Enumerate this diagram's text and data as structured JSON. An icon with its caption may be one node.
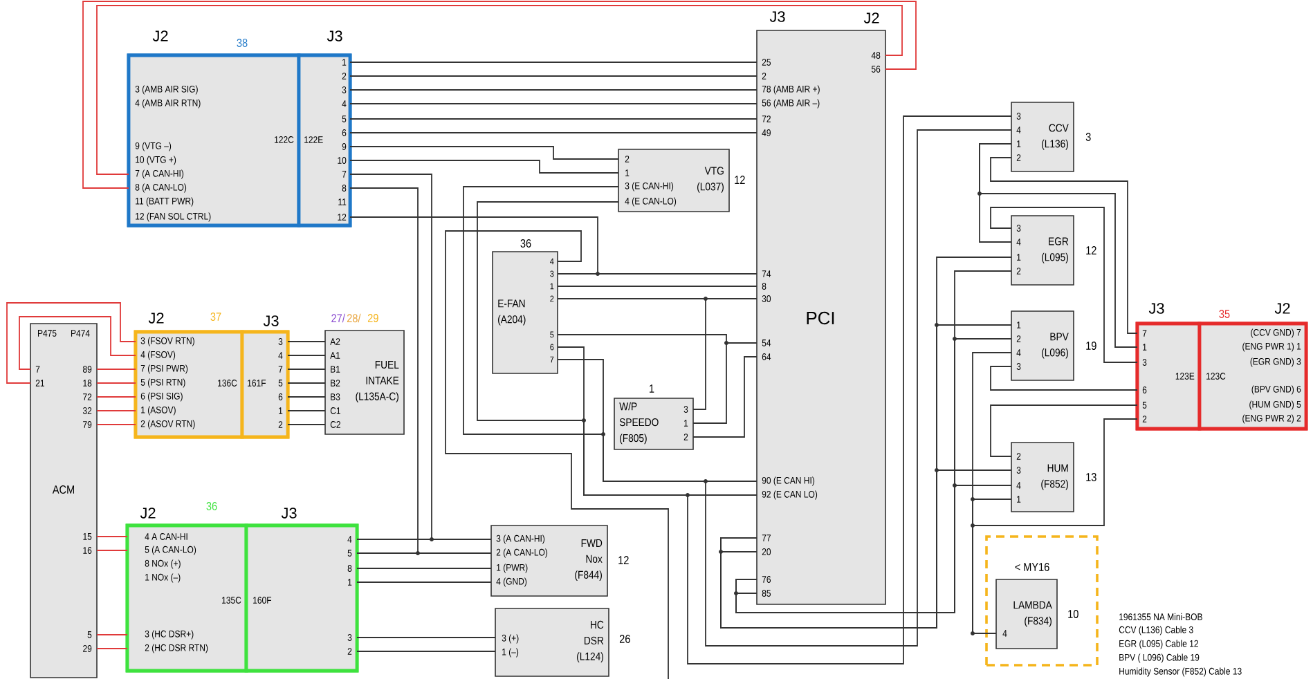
{
  "diagram": {
    "nodes": [
      {
        "text": [
          "38"
        ]
      },
      {
        "text": [
          "J2",
          "3 (AMB AIR SIG)",
          "4 (AMB AIR RTN)",
          "9 (VTG –)",
          "10 (VTG +)",
          "7 (A CAN-HI)",
          "8 (A CAN-LO)",
          "11 (BATT PWR)",
          "12 (FAN SOL CTRL)",
          "122C"
        ],
        "in": 0
      },
      {
        "text": [
          "J3",
          "1",
          "2",
          "3",
          "4",
          "5",
          "6",
          "9",
          "10",
          "7",
          "8",
          "11",
          "12",
          "122E"
        ],
        "in": 0
      },
      {
        "text": [
          "2",
          "1",
          "3 (E CAN-HI)",
          "4 (E CAN-LO)",
          "VTG (L037)"
        ],
        "beside": [
          "12"
        ]
      },
      {
        "text": [
          "J3",
          "J2",
          "48",
          "56",
          "25",
          "2",
          "78 (AMB AIR +)",
          "56 (AMB AIR –)",
          "72",
          "49",
          "74",
          "8",
          "30",
          "54",
          "64",
          "90 (E CAN HI)",
          "92 (E CAN LO)",
          "77",
          "20",
          "76",
          "85",
          "PCI"
        ]
      },
      {
        "text": [
          "36",
          "E-FAN (A204)",
          "4",
          "3",
          "1",
          "2",
          "5",
          "6",
          "7"
        ]
      },
      {
        "text": [
          "1",
          "W/P SPEEDO (F805)",
          "3",
          "1",
          "2"
        ]
      },
      {
        "text": [
          "37"
        ]
      },
      {
        "text": [
          "J2",
          "3 (FSOV RTN)",
          "4 (FSOV)",
          "7 (PSI PWR)",
          "5 (PSI RTN)",
          "6 (PSI SIG)",
          "1 (ASOV)",
          "2 (ASOV RTN)",
          "136C"
        ],
        "in": 7
      },
      {
        "text": [
          "J3",
          "3",
          "4",
          "7",
          "5",
          "6",
          "1",
          "2",
          "161F"
        ],
        "in": 7
      },
      {
        "text": [
          "27/",
          "28/",
          "29",
          "A2",
          "A1",
          "B1",
          "B2",
          "B3",
          "C1",
          "C2",
          "FUEL INTAKE (L135A-C)"
        ]
      },
      {
        "text": [
          "P475",
          "P474",
          "7",
          "21",
          "89",
          "18",
          "72",
          "32",
          "79",
          "ACM",
          "15",
          "16",
          "5",
          "29"
        ]
      },
      {
        "text": [
          "36"
        ]
      },
      {
        "text": [
          "J2",
          "4 A CAN-HI",
          "5 (A CAN-LO)",
          "8 NOx (+)",
          "1 NOx (–)",
          "135C",
          "3 (HC DSR+)",
          "2 (HC DSR RTN)"
        ],
        "in": 12
      },
      {
        "text": [
          "J3",
          "4",
          "5",
          "8",
          "1",
          "160F",
          "3",
          "2"
        ],
        "in": 12
      },
      {
        "text": [
          "3 (A CAN-HI)",
          "2 (A CAN-LO)",
          "1 (PWR)",
          "4 (GND)",
          "FWD Nox (F844)"
        ],
        "beside": [
          "12"
        ]
      },
      {
        "text": [
          "3 (+)",
          "1 (–)",
          "HC DSR (L124)"
        ],
        "beside": [
          "26"
        ]
      },
      {
        "text": [
          "3",
          "4",
          "1",
          "2",
          "CCV (L136)"
        ],
        "beside": [
          "3"
        ]
      },
      {
        "text": [
          "3",
          "4",
          "1",
          "2",
          "EGR (L095)"
        ],
        "beside": [
          "12"
        ]
      },
      {
        "text": [
          "1",
          "2",
          "4",
          "3",
          "BPV (L096)"
        ],
        "beside": [
          "19"
        ]
      },
      {
        "text": [
          "2",
          "3",
          "4",
          "1",
          "HUM (F852)"
        ],
        "beside": [
          "13"
        ]
      },
      {
        "text": [
          "< MY16"
        ]
      },
      {
        "text": [
          "LAMBDA (F834)",
          "4"
        ],
        "in": 21,
        "beside": [
          "10"
        ]
      },
      {
        "text": [
          "35"
        ]
      },
      {
        "text": [
          "J3",
          "7",
          "1",
          "3",
          "6",
          "5",
          "2",
          "123E"
        ],
        "in": 23
      },
      {
        "text": [
          "J2",
          "(CCV GND) 7",
          "(ENG PWR 1) 1",
          "(EGR GND) 3",
          "(BPV GND) 6",
          "(HUM GND) 5",
          "(ENG PWR 2) 2",
          "123C"
        ],
        "in": 23
      }
    ],
    "edges": [
      {
        "from": 2,
        "to": 4,
        "arrow": "none"
      },
      {
        "from": 2,
        "to": 4,
        "arrow": "none"
      },
      {
        "from": 2,
        "to": 4,
        "arrow": "none"
      },
      {
        "from": 2,
        "to": 4,
        "arrow": "none"
      },
      {
        "from": 2,
        "to": 4,
        "arrow": "none"
      },
      {
        "from": 2,
        "to": 4,
        "arrow": "none"
      },
      {
        "from": 2,
        "to": 3,
        "arrow": "none"
      },
      {
        "from": 2,
        "to": 3,
        "arrow": "none"
      },
      {
        "from": 2,
        "to": 15,
        "arrow": "none"
      },
      {
        "from": 2,
        "to": 15,
        "arrow": "none"
      },
      {
        "from": 2,
        "to": 4,
        "arrow": "none"
      },
      {
        "from": 5,
        "to": 4,
        "arrow": "none"
      },
      {
        "from": 5,
        "to": 4,
        "arrow": "none"
      },
      {
        "from": 5,
        "to": 4,
        "arrow": "none"
      },
      {
        "from": 5,
        "to": null,
        "arrow": "none"
      },
      {
        "from": 5,
        "to": 4,
        "arrow": "none"
      },
      {
        "from": 5,
        "to": 4,
        "arrow": "none"
      },
      {
        "from": 5,
        "to": 4,
        "arrow": "none"
      },
      {
        "from": 3,
        "to": 4,
        "arrow": "none"
      },
      {
        "from": 3,
        "to": 4,
        "arrow": "none"
      },
      {
        "from": 6,
        "to": 4,
        "arrow": "none"
      },
      {
        "from": 6,
        "to": 4,
        "arrow": "none"
      },
      {
        "from": 6,
        "to": 4,
        "arrow": "none"
      },
      {
        "from": 4,
        "to": 1,
        "arrow": "none",
        "color": "#e03a3a"
      },
      {
        "from": 4,
        "to": 1,
        "arrow": "none",
        "color": "#e03a3a"
      },
      {
        "from": 11,
        "to": 8,
        "arrow": "none",
        "color": "#e03a3a"
      },
      {
        "from": 11,
        "to": 8,
        "arrow": "none",
        "color": "#e03a3a"
      },
      {
        "from": 11,
        "to": 8,
        "arrow": "none",
        "color": "#e03a3a"
      },
      {
        "from": 11,
        "to": 8,
        "arrow": "none",
        "color": "#e03a3a"
      },
      {
        "from": 11,
        "to": 8,
        "arrow": "none",
        "color": "#e03a3a"
      },
      {
        "from": 11,
        "to": 8,
        "arrow": "none",
        "color": "#e03a3a"
      },
      {
        "from": 11,
        "to": 8,
        "arrow": "none",
        "color": "#e03a3a"
      },
      {
        "from": 9,
        "to": 10,
        "arrow": "none"
      },
      {
        "from": 9,
        "to": 10,
        "arrow": "none"
      },
      {
        "from": 9,
        "to": 10,
        "arrow": "none"
      },
      {
        "from": 9,
        "to": 10,
        "arrow": "none"
      },
      {
        "from": 9,
        "to": 10,
        "arrow": "none"
      },
      {
        "from": 9,
        "to": 10,
        "arrow": "none"
      },
      {
        "from": 9,
        "to": 10,
        "arrow": "none"
      },
      {
        "from": 11,
        "to": 13,
        "arrow": "none",
        "color": "#e03a3a"
      },
      {
        "from": 11,
        "to": 13,
        "arrow": "none",
        "color": "#e03a3a"
      },
      {
        "from": 11,
        "to": 13,
        "arrow": "none",
        "color": "#e03a3a"
      },
      {
        "from": 11,
        "to": 13,
        "arrow": "none",
        "color": "#e03a3a"
      },
      {
        "from": 14,
        "to": 15,
        "arrow": "none"
      },
      {
        "from": 14,
        "to": 15,
        "arrow": "none"
      },
      {
        "from": 14,
        "to": 15,
        "arrow": "none"
      },
      {
        "from": 14,
        "to": 15,
        "arrow": "none"
      },
      {
        "from": 14,
        "to": 16,
        "arrow": "none"
      },
      {
        "from": 14,
        "to": 16,
        "arrow": "none"
      },
      {
        "from": 17,
        "to": 24,
        "arrow": "none"
      },
      {
        "from": 17,
        "to": 18,
        "arrow": "none"
      },
      {
        "from": 17,
        "to": 24,
        "arrow": "none"
      },
      {
        "from": 18,
        "to": 24,
        "arrow": "none"
      },
      {
        "from": 19,
        "to": 24,
        "arrow": "none"
      },
      {
        "from": 20,
        "to": 24,
        "arrow": "none"
      },
      {
        "from": 24,
        "to": 22,
        "arrow": "none"
      },
      {
        "from": 19,
        "to": 22,
        "arrow": "none"
      },
      {
        "from": 20,
        "to": 22,
        "arrow": "none"
      },
      {
        "from": 17,
        "to": 4,
        "arrow": "none"
      },
      {
        "from": 17,
        "to": 4,
        "arrow": "none"
      },
      {
        "from": 18,
        "to": 4,
        "arrow": "none"
      },
      {
        "from": 19,
        "to": 4,
        "arrow": "none"
      },
      {
        "from": 20,
        "to": 4,
        "arrow": "none"
      },
      {
        "from": 4,
        "to": 4,
        "arrow": "none"
      },
      {
        "from": 18,
        "to": 4,
        "arrow": "none"
      },
      {
        "from": 19,
        "to": 4,
        "arrow": "none"
      },
      {
        "from": 20,
        "to": 4,
        "arrow": "none"
      },
      {
        "from": 4,
        "to": 4,
        "arrow": "none"
      }
    ],
    "labels": [
      "1961355 NA Mini-BOB",
      "CCV (L136) Cable 3",
      "EGR (L095) Cable 12",
      "BPV ( L096) Cable 19",
      "Humidity Sensor (F852) Cable 13"
    ]
  }
}
